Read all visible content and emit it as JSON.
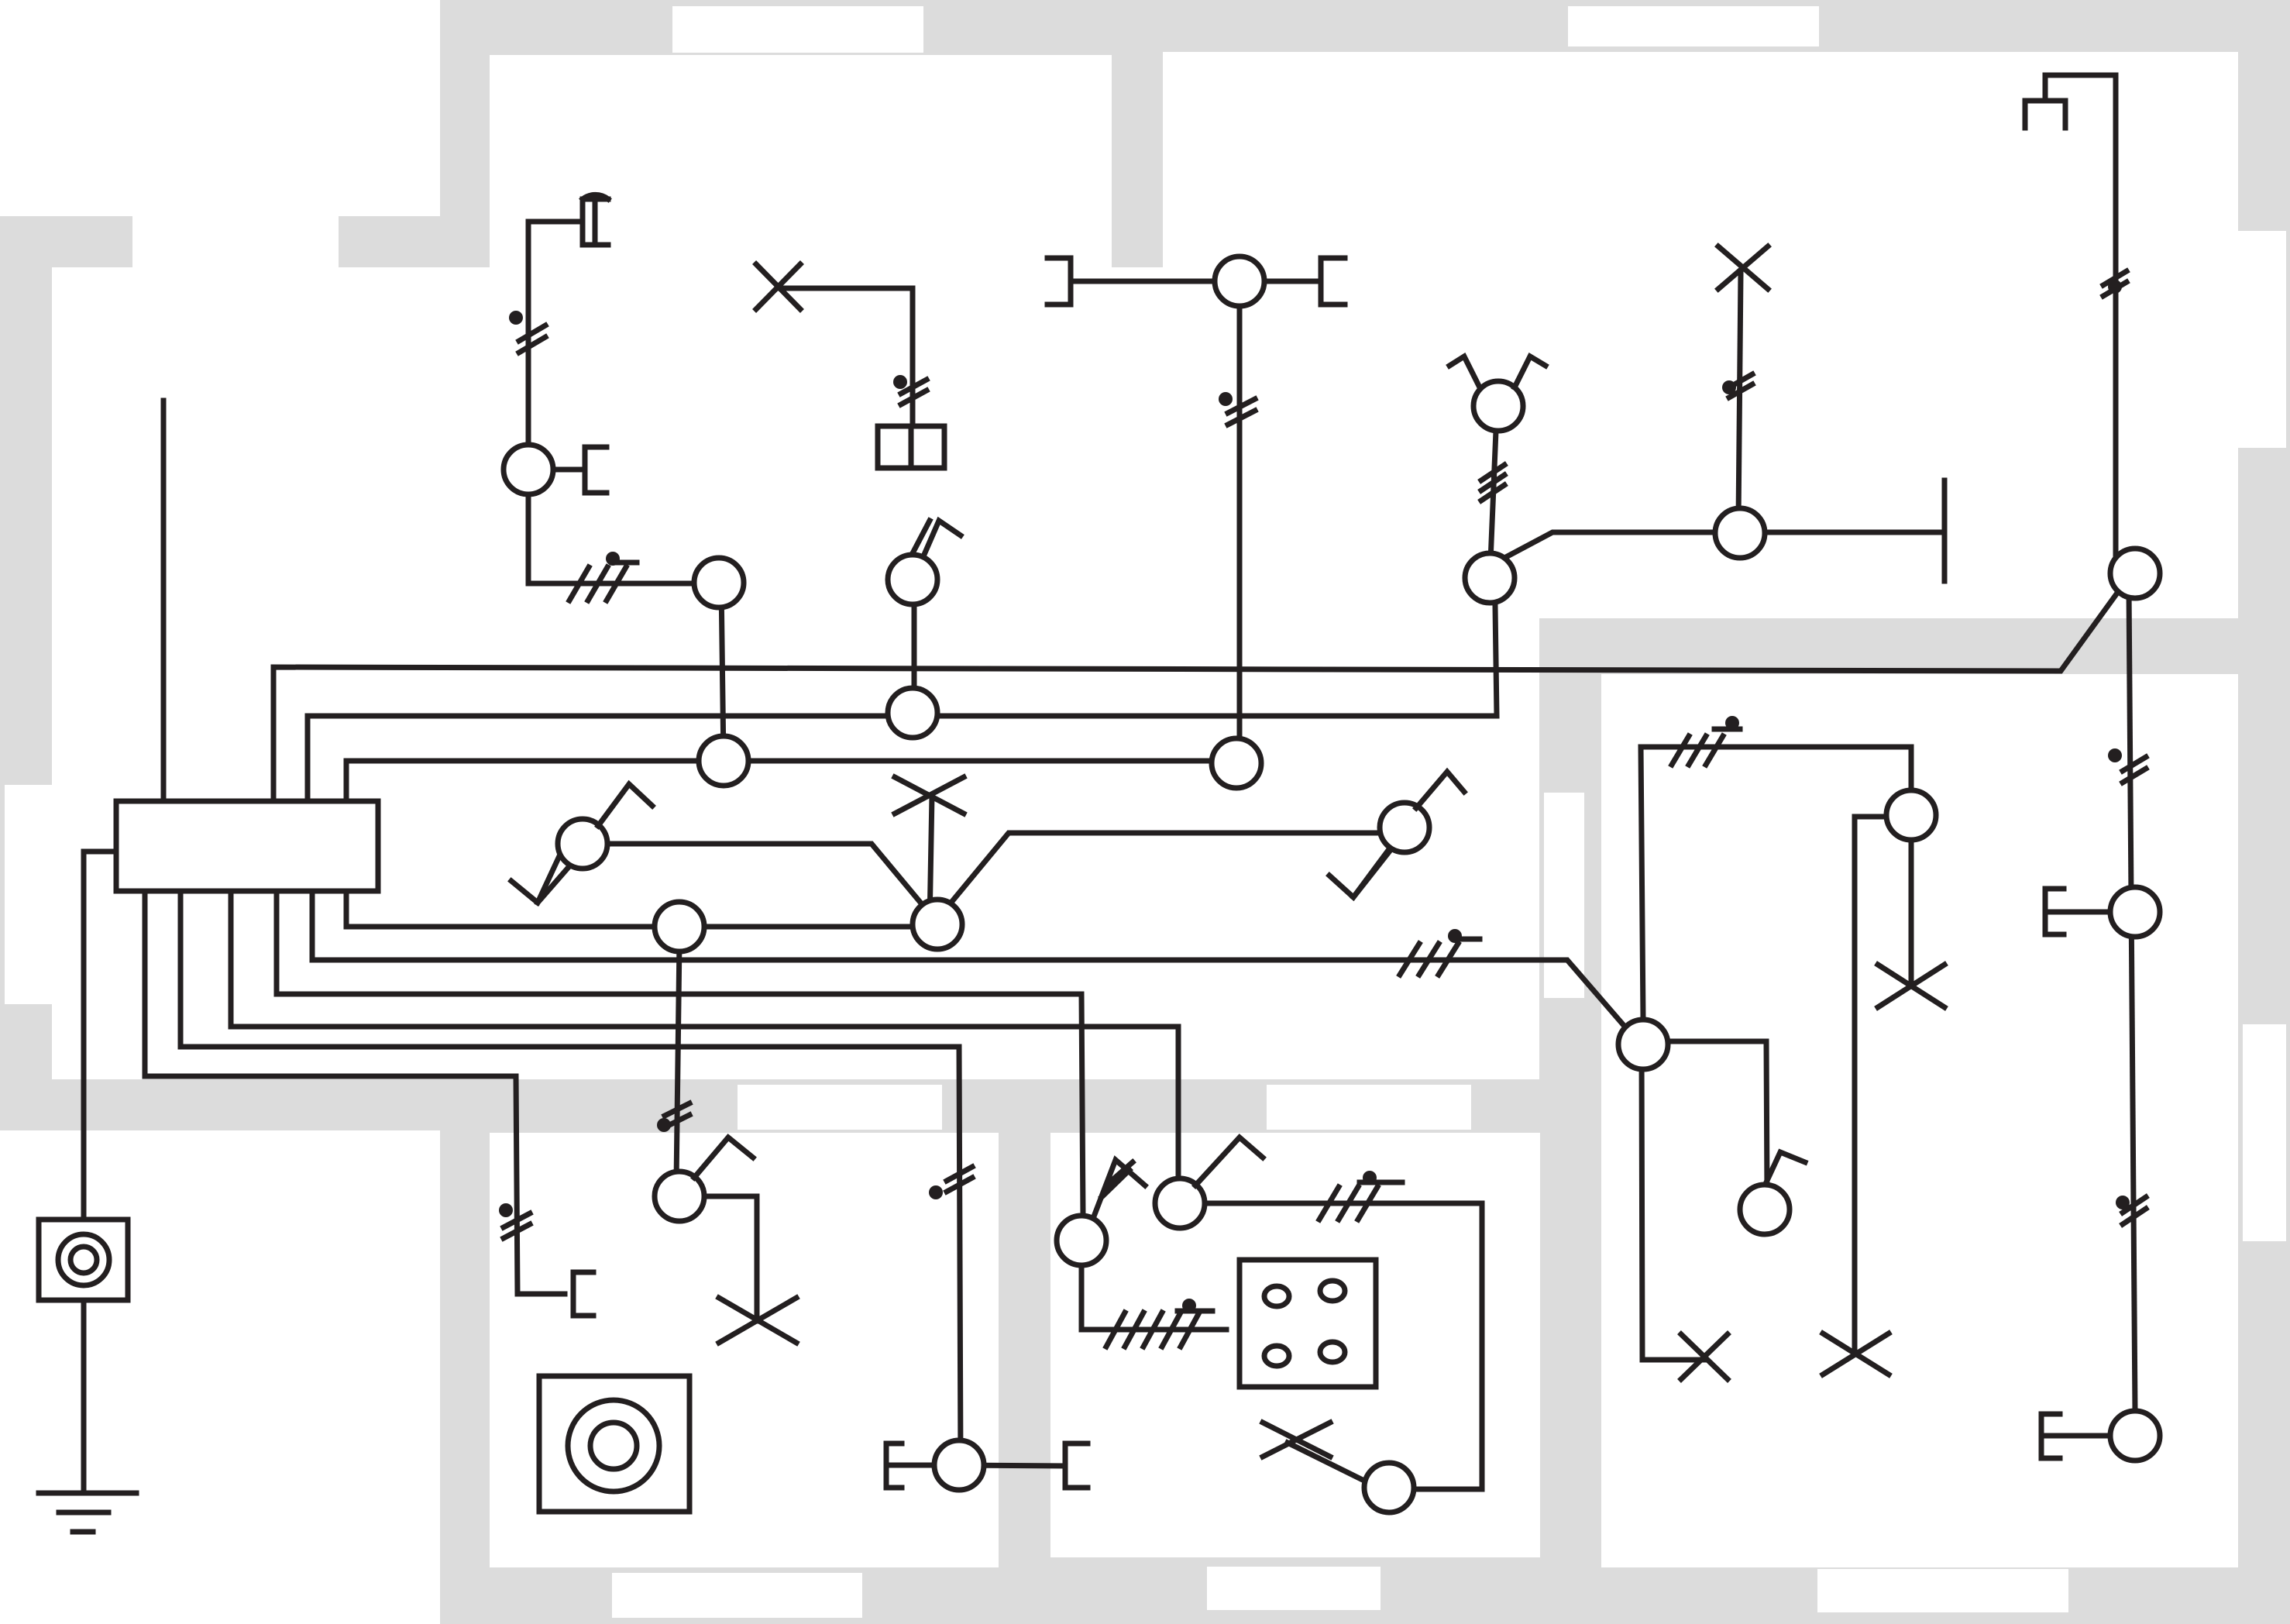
{
  "diagram": {
    "kind": "electrical wiring plan",
    "colors": {
      "line": "#231f20",
      "wall": "#dcdcdc",
      "background": "#ffffff"
    },
    "symbol_types": [
      "junction-box",
      "distribution-panel",
      "ground-terminal",
      "socket-outlet",
      "ceiling-lamp",
      "wall-switch",
      "double-switch",
      "wall-lamp",
      "electric-stove",
      "water-heater",
      "antenna-socket",
      "wire-count-tick-marks"
    ]
  }
}
